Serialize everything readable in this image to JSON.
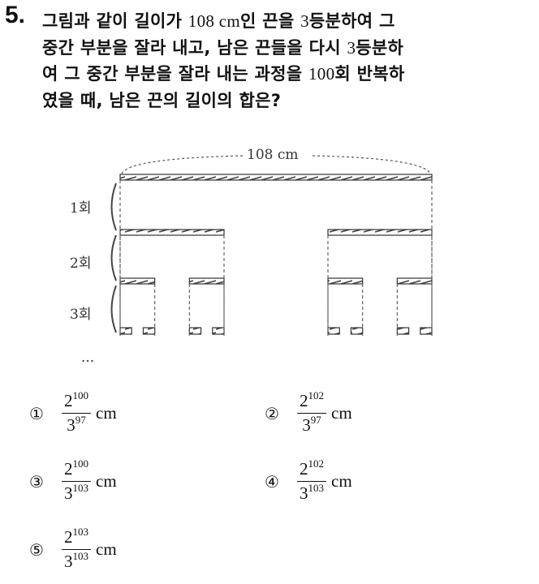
{
  "question": {
    "number": "5.",
    "lines": [
      [
        "그림과 같이 길이가 ",
        "108",
        " cm",
        "인 끈을 ",
        "3",
        "등분하여 그"
      ],
      [
        "중간 부분을 잘라 내고, 남은 끈들을 다시 ",
        "3",
        "등분하"
      ],
      [
        "여 그 중간 부분을 잘라 내는 과정을 ",
        "100",
        "회 반복하"
      ],
      [
        "였을 때, 남은 끈의 길이의 합은?"
      ]
    ]
  },
  "figure": {
    "length_label": "108 cm",
    "step_labels": [
      "1회",
      "2회",
      "3회"
    ],
    "ellipsis": "···"
  },
  "options": [
    {
      "mark": "①",
      "num_base": "2",
      "num_exp": "100",
      "den_base": "3",
      "den_exp": "97",
      "unit": "cm"
    },
    {
      "mark": "②",
      "num_base": "2",
      "num_exp": "102",
      "den_base": "3",
      "den_exp": "97",
      "unit": "cm"
    },
    {
      "mark": "③",
      "num_base": "2",
      "num_exp": "100",
      "den_base": "3",
      "den_exp": "103",
      "unit": "cm"
    },
    {
      "mark": "④",
      "num_base": "2",
      "num_exp": "102",
      "den_base": "3",
      "den_exp": "103",
      "unit": "cm"
    },
    {
      "mark": "⑤",
      "num_base": "2",
      "num_exp": "103",
      "den_base": "3",
      "den_exp": "103",
      "unit": "cm"
    }
  ]
}
